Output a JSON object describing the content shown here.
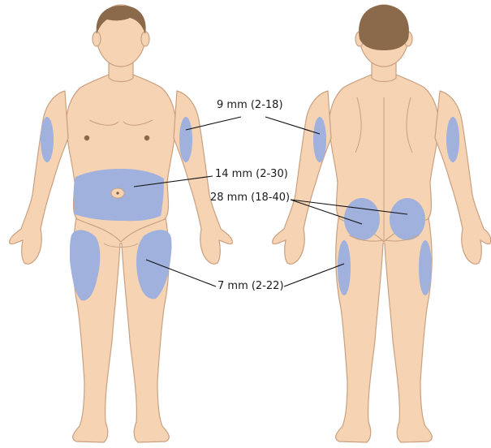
{
  "labels": {
    "arm": "9 mm (2-18)",
    "abdomen": "14 mm (2-30)",
    "buttock": "28 mm (18-40)",
    "thigh": "7 mm (2-22)"
  },
  "colors": {
    "skin": "#f5d3b3",
    "skin_outline": "#caa080",
    "site": "#9fb1dc",
    "hair": "#8a6a4a",
    "line": "#111111"
  }
}
